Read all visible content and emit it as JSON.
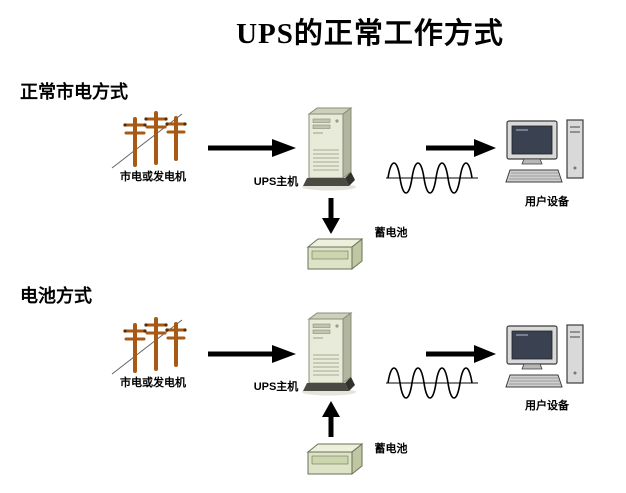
{
  "title": "UPS的正常工作方式",
  "sections": [
    {
      "heading": "正常市电方式",
      "source_label": "市电或发电机",
      "ups_label": "UPS主机",
      "battery_label": "蓄电池",
      "device_label": "用户设备",
      "battery_flow": "ups-to-battery"
    },
    {
      "heading": "电池方式",
      "source_label": "市电或发电机",
      "ups_label": "UPS主机",
      "battery_label": "蓄电池",
      "device_label": "用户设备",
      "battery_flow": "battery-to-ups"
    }
  ],
  "colors": {
    "pole": "#a85a14",
    "tower_body": "#e9ebda",
    "battery_body": "#dde3c6",
    "arrow": "#000000",
    "background": "#ffffff"
  }
}
